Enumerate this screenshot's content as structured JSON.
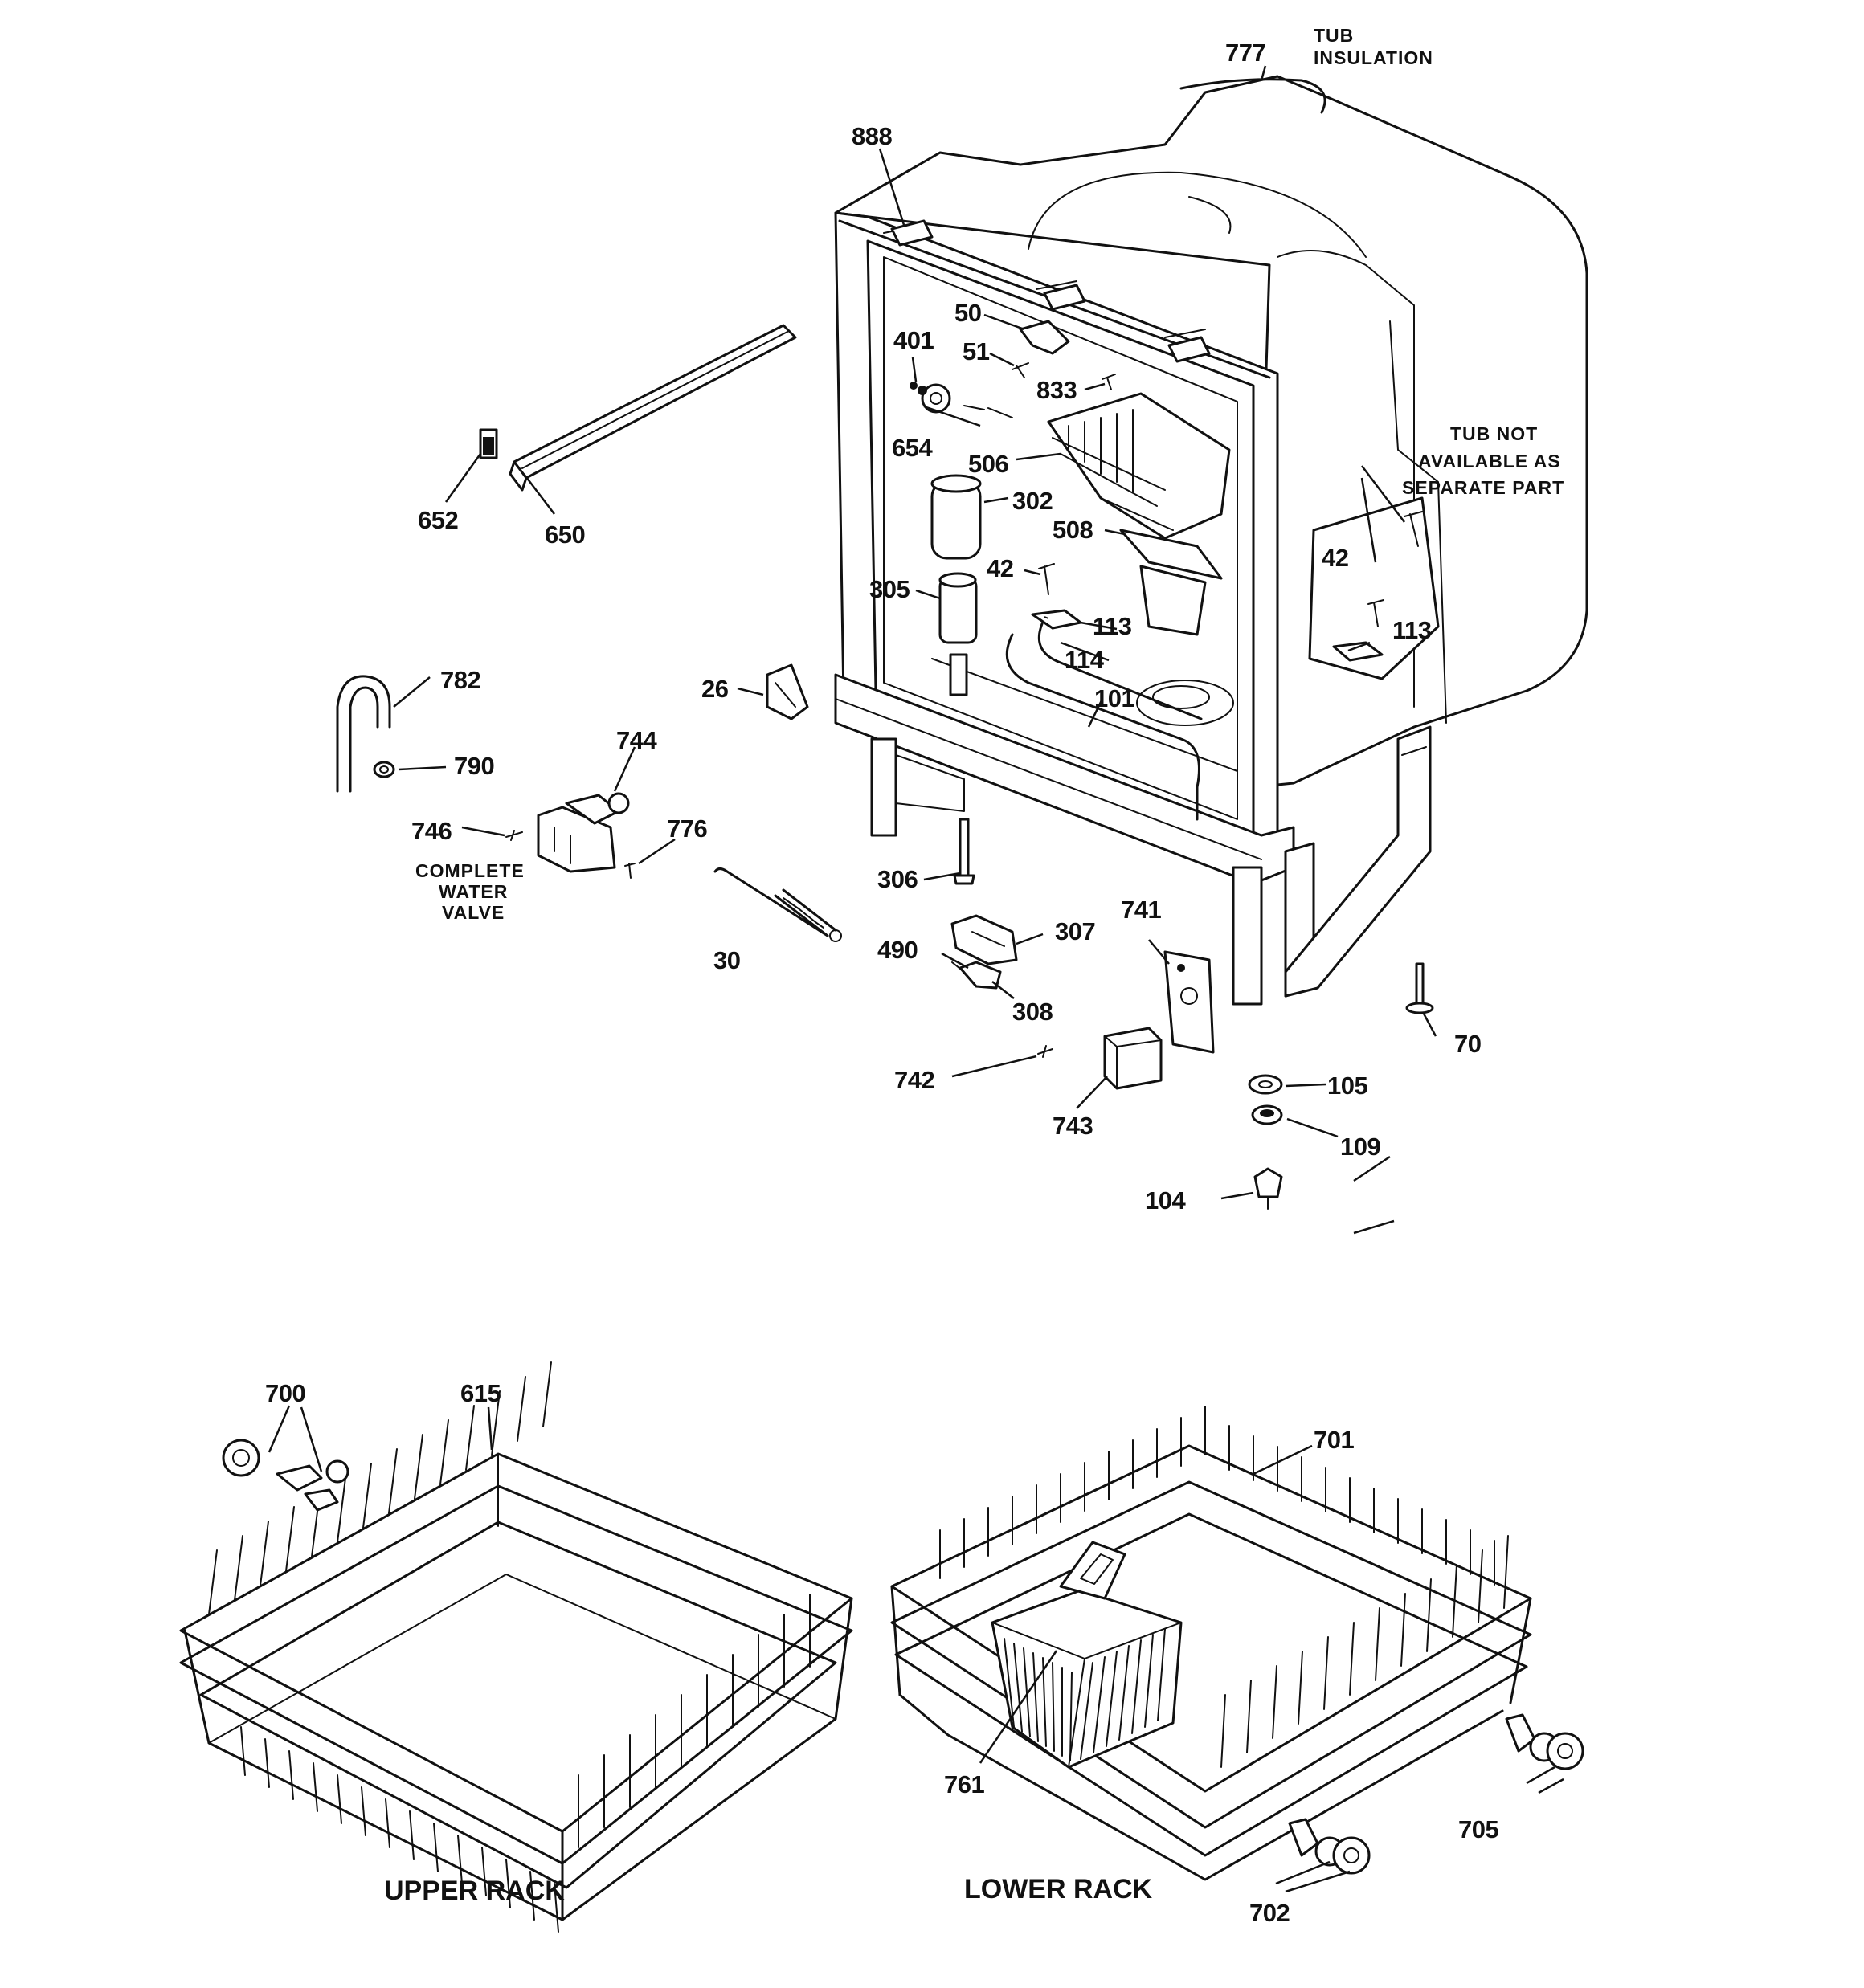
{
  "parts": {
    "p777": "777",
    "p888": "888",
    "p50": "50",
    "p401": "401",
    "p51": "51",
    "p833": "833",
    "p654": "654",
    "p506": "506",
    "p302": "302",
    "p508": "508",
    "p42a": "42",
    "p42b": "42",
    "p305": "305",
    "p113a": "113",
    "p113b": "113",
    "p114": "114",
    "p101": "101",
    "p26": "26",
    "p652": "652",
    "p650": "650",
    "p782": "782",
    "p790": "790",
    "p744": "744",
    "p746": "746",
    "p776": "776",
    "p30": "30",
    "p306": "306",
    "p307": "307",
    "p490": "490",
    "p308": "308",
    "p741": "741",
    "p70": "70",
    "p742": "742",
    "p743": "743",
    "p105": "105",
    "p109": "109",
    "p104": "104",
    "p700": "700",
    "p615": "615",
    "p701": "701",
    "p761": "761",
    "p705": "705",
    "p702": "702"
  },
  "notes": {
    "tub_insulation_1": "TUB",
    "tub_insulation_2": "INSULATION",
    "tub_na_1": "TUB NOT",
    "tub_na_2": "AVAILABLE AS",
    "tub_na_3": "SEPARATE PART",
    "water_valve_1": "COMPLETE",
    "water_valve_2": "WATER",
    "water_valve_3": "VALVE"
  },
  "sections": {
    "upper_rack": "UPPER RACK",
    "lower_rack": "LOWER RACK"
  }
}
